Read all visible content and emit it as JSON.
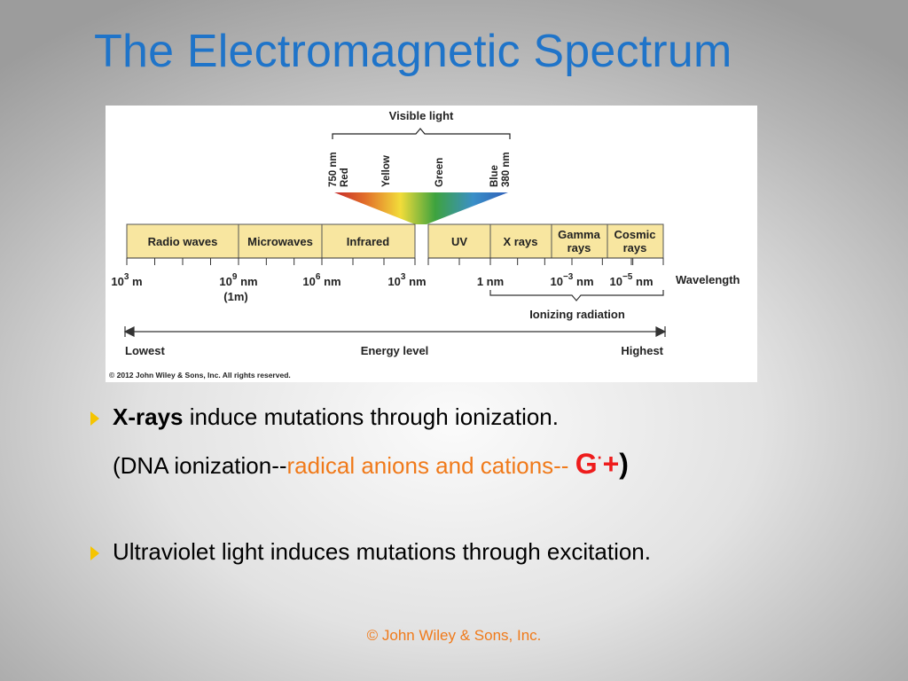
{
  "slide": {
    "title": "The Electromagnetic Spectrum",
    "bullets": {
      "b1_bold": "X-rays",
      "b1_rest": " induce mutations through ionization.",
      "b1_line2_start": "(DNA ionization--",
      "b1_line2_orange": "radical anions and cations-- ",
      "b1_line2_g": "G",
      "b1_line2_dot": "·",
      "b1_line2_plus": "+",
      "b1_line2_close": ")",
      "b2": "Ultraviolet light induces mutations through excitation."
    },
    "footer": "© John Wiley & Sons, Inc.",
    "colors": {
      "title": "#1f74c9",
      "bullet_arrow": "#f5c400",
      "orange": "#f07a1a",
      "red_text": "#ee1c1c",
      "band_fill": "#f8e6a0"
    },
    "icons": {
      "bullet": "triangle-right-icon"
    }
  },
  "diagram": {
    "visible_light_label": "Visible light",
    "visible_colors": [
      {
        "line1": "750 nm",
        "line2": "Red"
      },
      {
        "line1": "Yellow",
        "line2": ""
      },
      {
        "line1": "Green",
        "line2": ""
      },
      {
        "line1": "Blue",
        "line2": "380 nm"
      }
    ],
    "bands": [
      {
        "line1": "Radio waves",
        "line2": ""
      },
      {
        "line1": "Microwaves",
        "line2": ""
      },
      {
        "line1": "Infrared",
        "line2": ""
      },
      {
        "line1": "UV",
        "line2": ""
      },
      {
        "line1": "X rays",
        "line2": ""
      },
      {
        "line1": "Gamma",
        "line2": "rays"
      },
      {
        "line1": "Cosmic",
        "line2": "rays"
      }
    ],
    "wavelength_ticks": [
      {
        "base": "10",
        "exp": "3",
        "unit": "m",
        "sub": ""
      },
      {
        "base": "10",
        "exp": "9",
        "unit": "nm",
        "sub": "(1m)"
      },
      {
        "base": "10",
        "exp": "6",
        "unit": "nm",
        "sub": ""
      },
      {
        "base": "10",
        "exp": "3",
        "unit": "nm",
        "sub": ""
      },
      {
        "base": "1",
        "exp": "",
        "unit": "nm",
        "sub": ""
      },
      {
        "base": "10",
        "exp": "−3",
        "unit": "nm",
        "sub": ""
      },
      {
        "base": "10",
        "exp": "−5",
        "unit": "nm",
        "sub": ""
      }
    ],
    "wavelength_label": "Wavelength",
    "ionizing_label": "Ionizing radiation",
    "energy": {
      "low": "Lowest",
      "mid": "Energy level",
      "high": "Highest"
    },
    "copyright": "© 2012 John Wiley & Sons, Inc. All rights reserved."
  }
}
